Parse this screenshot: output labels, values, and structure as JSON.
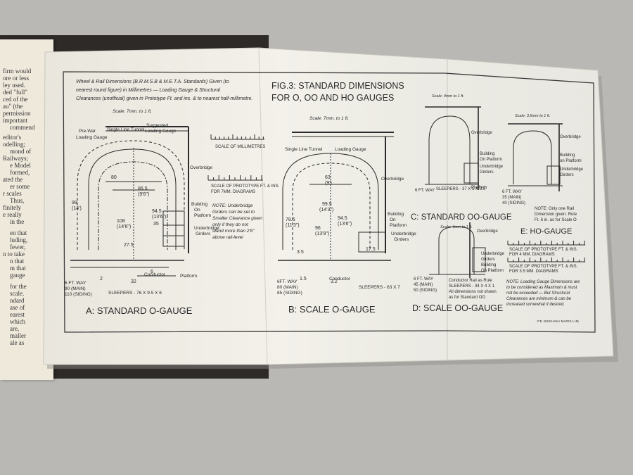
{
  "page_left": {
    "text_fragments": [
      "firm would",
      "ore or less",
      "ley used.",
      "ded \"full\"",
      "ced of the",
      "au\" (the",
      "permission",
      "important",
      "commend",
      "editor's",
      "odelling;",
      "mond of",
      "Railways;",
      "e Model",
      "formed,",
      "ated the",
      "er some",
      "r scales",
      "Thus,",
      "finitely",
      "e really",
      "in the",
      "en that",
      "luding,",
      "fewer,",
      "n to take",
      "n that",
      "m that",
      "gauge",
      "for the",
      "scale.",
      "ndard",
      "ase of",
      "earest",
      "which",
      "are,",
      "maller",
      "ale as"
    ]
  },
  "sheet": {
    "header_note": [
      "Wheel & Rail Dimensions (B.R.M.S.B & M.E.T.A. Standards) Given (to",
      "nearest round figure) in Millimetres — Loading Gauge & Structural",
      "Clearances (unofficial) given in Prototype Ft. and ins. & to nearest half-millimetre."
    ],
    "fig_title": [
      "FIG.3: STANDARD DIMENSIONS",
      "FOR O, OO AND HO GAUGES"
    ],
    "scale_mm": "SCALE OF MILLIMETRES",
    "scale_ft": [
      "SCALE OF PROTOTYPE FT. & INS.",
      "FOR 7MM. DIAGRAMS"
    ],
    "note_a": [
      "NOTE: Underbridge",
      "Girders can be set to",
      "Smaller Clearance given",
      "only if they do not",
      "stand more than 2'6\"",
      "above rail-level"
    ],
    "caption_a": "A: STANDARD O-GAUGE",
    "caption_b": "B: SCALE O-GAUGE",
    "caption_c": "C: STANDARD OO-GAUGE",
    "caption_d": "D: SCALE OO-GAUGE",
    "caption_e": "E: HO-GAUGE",
    "scale_a": "Scale: 7mm. to 1 ft.",
    "scale_b": "Scale: 7mm. to 1 ft.",
    "scale_c": "Scale: 4mm to 1 ft.",
    "scale_d": "Scale: 4mm to 1 ft.",
    "scale_e": "Scale: 3.5mm to 1 ft.",
    "labels_a": [
      "Pre-War",
      "Loading Gauge",
      "Single Line Tunnel",
      "Suggested",
      "Loading Gauge",
      "Overbridge",
      "Building",
      "On",
      "Platform",
      "Underbridge",
      "Girders",
      "Platform",
      "Conductor",
      "6 FT. WAY",
      "90 (MAIN)",
      "110 (SIDING)",
      "SLEEPERS - 76 X 9.5 X 6"
    ],
    "labels_b": [
      "Single Line Tunnel",
      "Loading Gauge",
      "Overbridge",
      "Building",
      "On",
      "Platform",
      "Underbridge",
      "Girders",
      "Conductor",
      "6FT. WAY",
      "80 (MAIN)",
      "85 (SIDING)",
      "SLEEPERS - 63 X 7"
    ],
    "dims_a": [
      "80",
      "86.5",
      "(9'6\")",
      "99",
      "(14')",
      "108",
      "(14'6\")",
      "94.5",
      "(13'6\")",
      "35",
      "27.5",
      "32",
      "2",
      "6"
    ],
    "dims_b": [
      "63",
      "(9')",
      "99.5",
      "(14'3\")",
      "78.5",
      "(11'3\")",
      "94.5",
      "(13'6\")",
      "96",
      "(13'9\")",
      "3.5",
      "3.2",
      "1.5",
      "17.5"
    ],
    "labels_c": [
      "Overbridge",
      "Building",
      "On Platform",
      "Underbridge",
      "Girders",
      "Platform",
      "6 FT. WAY",
      "SLEEPERS - 37 X 5 X 3.5"
    ],
    "labels_d": [
      "Overbridge",
      "Underbridge",
      "Girders",
      "Building",
      "On Platform",
      "6 FT. WAY",
      "45 (MAIN)",
      "50 (SIDING)",
      "Conductor Rail as Rule",
      "SLEEPERS - 34 X 4 X 1",
      "All dimensions not shown",
      "as for Standard OO"
    ],
    "labels_e": [
      "Overbridge",
      "Building",
      "on Platform",
      "Underbridge",
      "Girders",
      "6 FT. WAY",
      "35 (MAIN)",
      "40 (SIDING)",
      "NOTE: Only one Rail",
      "Dimension given. Rule",
      "Ft. 6 in. as for Scale O"
    ],
    "scale_e_note_1": [
      "SCALE OF PROTOTYPE FT. & INS.",
      "FOR 4 MM. DIAGRAMS"
    ],
    "scale_e_note_2": [
      "SCALE OF PROTOTYPE FT. & INS.",
      "FOR 3.5 MM. DIAGRAMS"
    ],
    "note_e": [
      "NOTE: Loading Gauge Dimensions are",
      "to be considered as Maximum & must",
      "not be exceeded — But Structural",
      "Clearances are minimum & can be",
      "increased somewhat if desired."
    ],
    "signature": "P.E. NICKHAM / MARCH / 46"
  }
}
